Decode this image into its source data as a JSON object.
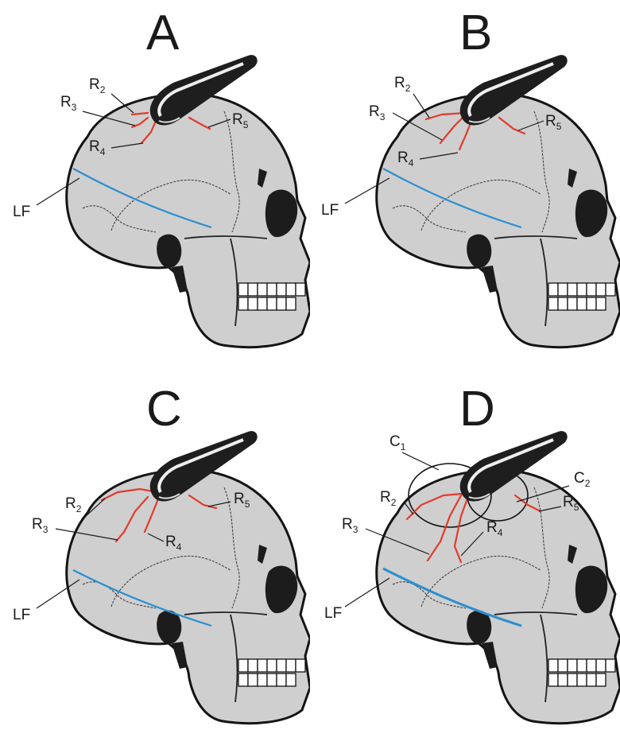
{
  "panels": [
    {
      "id": "A",
      "letter": "A",
      "labels": {
        "r2": "R",
        "r2_sub": "2",
        "r3": "R",
        "r3_sub": "3",
        "r4": "R",
        "r4_sub": "4",
        "r5": "R",
        "r5_sub": "5",
        "lf": "LF"
      }
    },
    {
      "id": "B",
      "letter": "B",
      "labels": {
        "r2": "R",
        "r2_sub": "2",
        "r3": "R",
        "r3_sub": "3",
        "r4": "R",
        "r4_sub": "4",
        "r5": "R",
        "r5_sub": "5",
        "lf": "LF"
      }
    },
    {
      "id": "C",
      "letter": "C",
      "labels": {
        "r2": "R",
        "r2_sub": "2",
        "r3": "R",
        "r3_sub": "3",
        "r4": "R",
        "r4_sub": "4",
        "r5": "R",
        "r5_sub": "5",
        "lf": "LF"
      }
    },
    {
      "id": "D",
      "letter": "D",
      "labels": {
        "r2": "R",
        "r2_sub": "2",
        "r3": "R",
        "r3_sub": "3",
        "r4": "R",
        "r4_sub": "4",
        "r5": "R",
        "r5_sub": "5",
        "lf": "LF",
        "c1": "C",
        "c1_sub": "1",
        "c2": "C",
        "c2_sub": "2"
      }
    }
  ],
  "colors": {
    "vessel": "#e43a2c",
    "fissure": "#2b8fd0",
    "skull_fill": "#cfcfcf",
    "outline": "#141414"
  }
}
